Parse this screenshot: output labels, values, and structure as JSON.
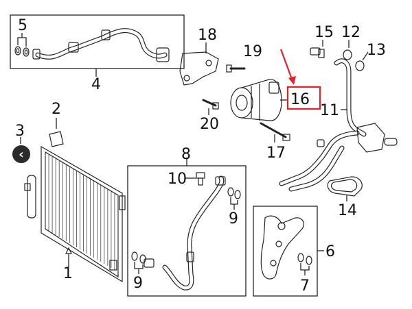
{
  "colors": {
    "ink": "#222222",
    "highlight": "#e8202a",
    "nav_button": "#2b2b2b"
  },
  "nav": {
    "icon": "chevron-left-icon",
    "glyph": "‹"
  },
  "callouts": {
    "c1": "1",
    "c2": "2",
    "c3": "3",
    "c4": "4",
    "c5": "5",
    "c6": "6",
    "c7": "7",
    "c8": "8",
    "c9a": "9",
    "c9b": "9",
    "c10": "10",
    "c11": "11",
    "c12": "12",
    "c13": "13",
    "c14": "14",
    "c15": "15",
    "c16": "16",
    "c17": "17",
    "c18": "18",
    "c19": "19",
    "c20": "20"
  },
  "highlighted_callout": "16"
}
